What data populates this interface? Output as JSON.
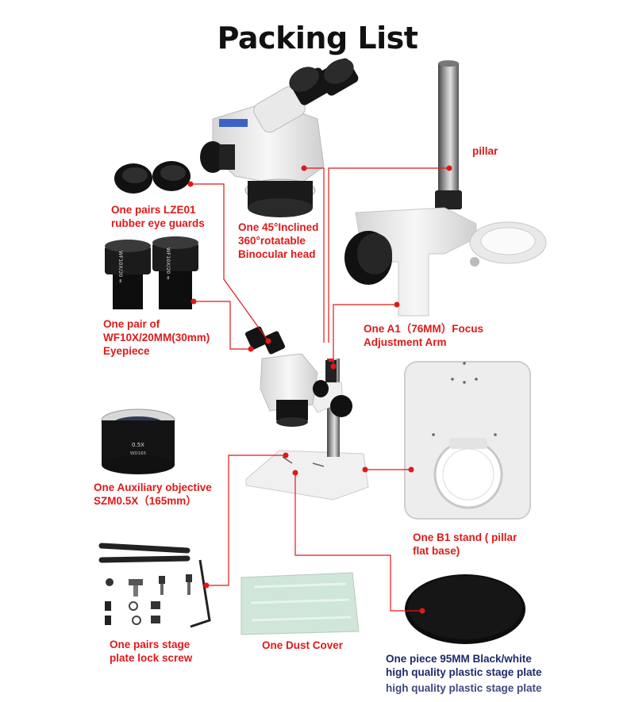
{
  "page": {
    "title": "Packing List"
  },
  "colors": {
    "accent": "#e01919",
    "dark_label": "#1d2a6b",
    "metal": "#efefef",
    "rubber": "#111111"
  },
  "items": {
    "binocular_head": {
      "label": "One 45°Inclined\n360°rotatable\nBinocular head"
    },
    "pillar": {
      "label": "pillar"
    },
    "eye_guards": {
      "label": "One pairs LZE01\nrubber eye guards"
    },
    "eyepiece": {
      "label": "One pair of\nWF10X/20MM(30mm)\nEyepiece",
      "engraving_left": "WF10X/20 ∞",
      "engraving_right": "WF10X/20 ∞"
    },
    "focus_arm": {
      "label": "One A1（76MM）Focus\nAdjustment Arm"
    },
    "aux_objective": {
      "label": "One Auxiliary objective\nSZM0.5X（165mm）",
      "engraving_top": "0.5X",
      "engraving_bottom": "WD165"
    },
    "stand": {
      "label": "One B1 stand ( pillar\nflat base)"
    },
    "lock_screw": {
      "label": "One pairs stage\nplate lock screw"
    },
    "dust_cover": {
      "label": "One Dust Cover"
    },
    "stage_plate": {
      "label": "One piece 95MM Black/white\nhigh quality plastic stage plate",
      "label_echo": "high quality plastic stage plate"
    }
  }
}
